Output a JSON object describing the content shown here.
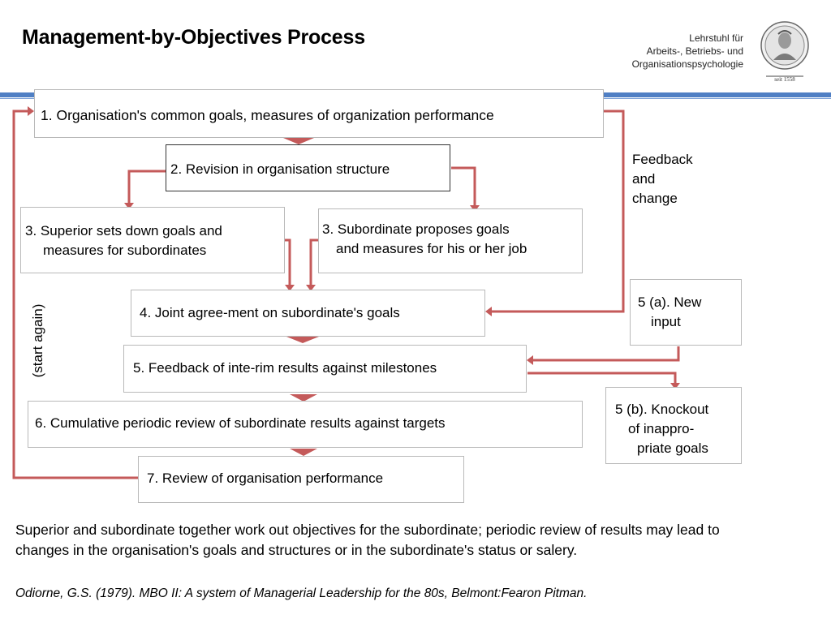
{
  "header": {
    "title": "Management-by-Objectives Process",
    "chair_line1": "Lehrstuhl für",
    "chair_line2": "Arbeits-, Betriebs- und",
    "chair_line3": "Organisationspsychologie",
    "seal_text": "seit 1558"
  },
  "steps": {
    "s1": "1. Organisation's common goals, measures of organization performance",
    "s2": "2. Revision in organisation structure",
    "s3a_line1": "3. Superior sets down goals and",
    "s3a_line2": "measures for subordinates",
    "s3b_line1": "3. Subordinate proposes goals",
    "s3b_line2": "and measures for his or her job",
    "s4": "4. Joint agree-ment on subordinate's goals",
    "s5": "5. Feedback of inte-rim results against milestones",
    "s5a_line1": "5 (a). New",
    "s5a_line2": "input",
    "s5b_line1": "5 (b). Knockout",
    "s5b_line2": "of inappro-",
    "s5b_line3": "priate goals",
    "s6": "6. Cumulative periodic review of subordinate results against targets",
    "s7": "7. Review of organisation performance"
  },
  "labels": {
    "feedback_line1": "Feedback",
    "feedback_line2": "and",
    "feedback_line3": "change",
    "start_again": "(start again)"
  },
  "footer": {
    "description": "Superior and subordinate together work out objectives for the subordinate; periodic review of results may lead to changes in the organisation's goals and structures or in the subordinate's status or salery.",
    "citation": "Odiorne, G.S. (1979). MBO II: A system of Managerial Leadership for the 80s, Belmont:Fearon Pitman."
  },
  "colors": {
    "arrow": "#c45a5a",
    "band": "#4f7fc4",
    "box_border": "#b9b9b9"
  }
}
